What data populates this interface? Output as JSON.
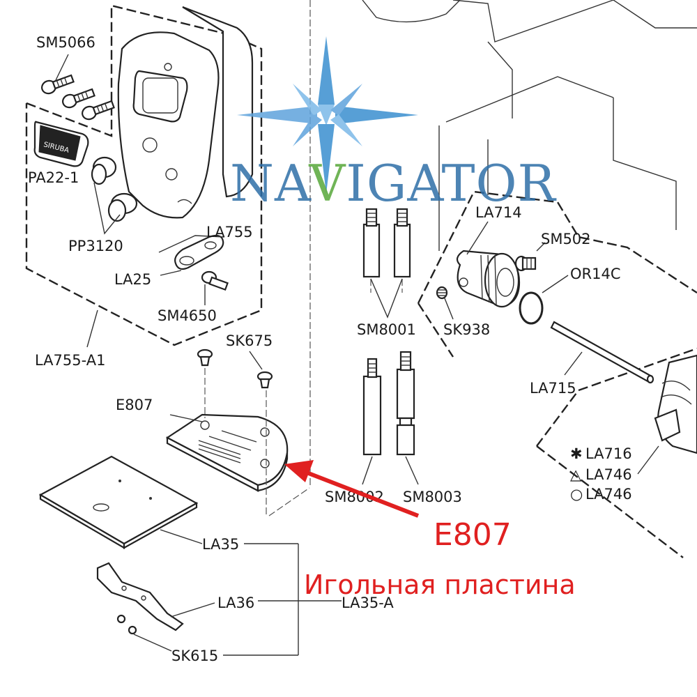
{
  "watermark": {
    "brand": "NAVIGATOR",
    "brand_pre": "NA",
    "brand_v": "V",
    "brand_post": "IGATOR",
    "star_color": "#3a8fd0",
    "text_color": "#2f6fa8",
    "v_color": "#58a83a"
  },
  "callout": {
    "code": "E807",
    "description": "Игольная пластина",
    "color": "#e02020"
  },
  "part_labels": {
    "sm5066": "SM5066",
    "pa22_1": "PA22-1",
    "pp3120": "PP3120",
    "la755": "LA755",
    "la25": "LA25",
    "sm4650": "SM4650",
    "la755_a1": "LA755-A1",
    "sk675": "SK675",
    "e807": "E807",
    "la35": "LA35",
    "la36": "LA36",
    "la35_a": "LA35-A",
    "sk615": "SK615",
    "sm8001": "SM8001",
    "sm8002": "SM8002",
    "sm8003": "SM8003",
    "la714": "LA714",
    "sm502": "SM502",
    "or14c": "OR14C",
    "sk938": "SK938",
    "la715": "LA715",
    "la716": "LA716",
    "la746_triangle": "LA746",
    "la746_circle": "LA746"
  },
  "symbols": {
    "asterisk": "✱",
    "triangle": "△",
    "circle": "○"
  },
  "logo_plate_text": "SIRUBA"
}
